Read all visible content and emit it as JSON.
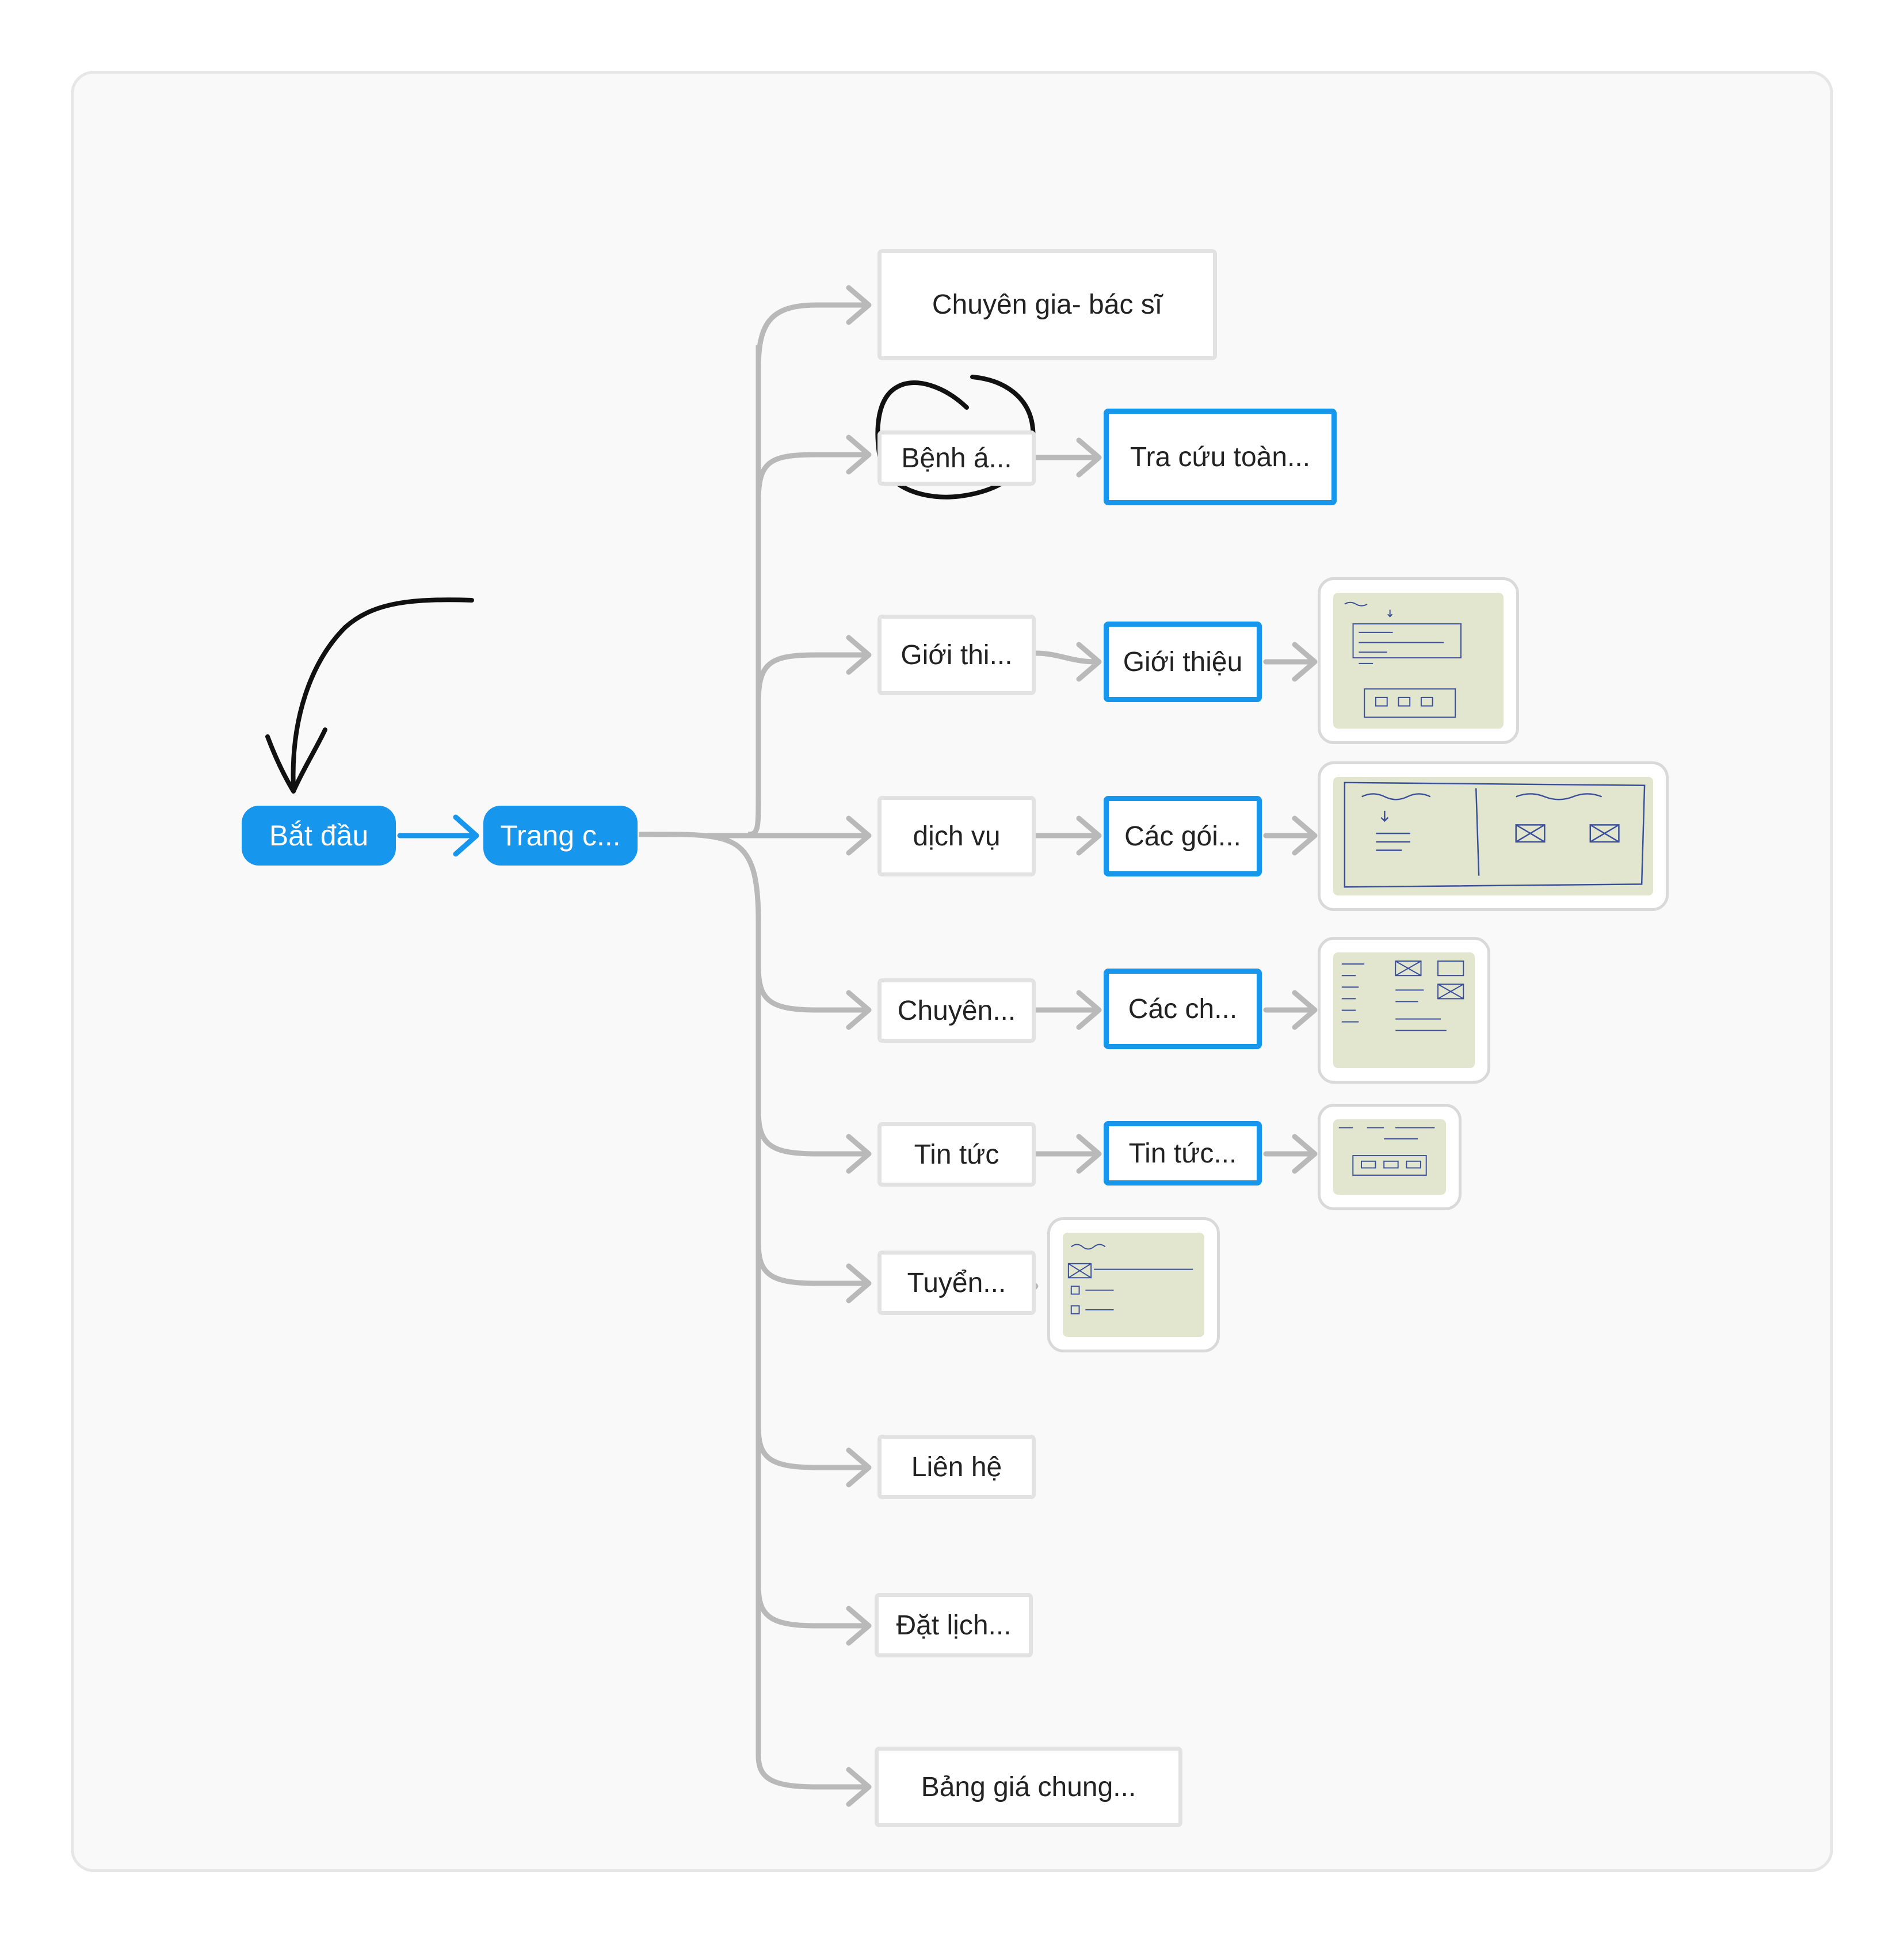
{
  "nodes": {
    "start": "Bắt đầu",
    "home": "Trang c...",
    "experts": "Chuyên gia- bác sĩ",
    "records": "Bệnh á...",
    "records_lookup": "Tra cứu toàn...",
    "intro": "Giới thi...",
    "intro_page": "Giới thiệu",
    "services": "dịch vụ",
    "service_packages": "Các gói...",
    "specialties": "Chuyên...",
    "specialty_list": "Các ch...",
    "news": "Tin tức",
    "news_page": "Tin tức...",
    "recruitment": "Tuyển...",
    "contact": "Liên hệ",
    "booking": "Đặt lịch...",
    "pricing": "Bảng giá chung..."
  },
  "colors": {
    "accent": "#1796ee",
    "connector": "#b9b9b9",
    "canvas": "#f9f9f9",
    "ink": "#111111"
  }
}
